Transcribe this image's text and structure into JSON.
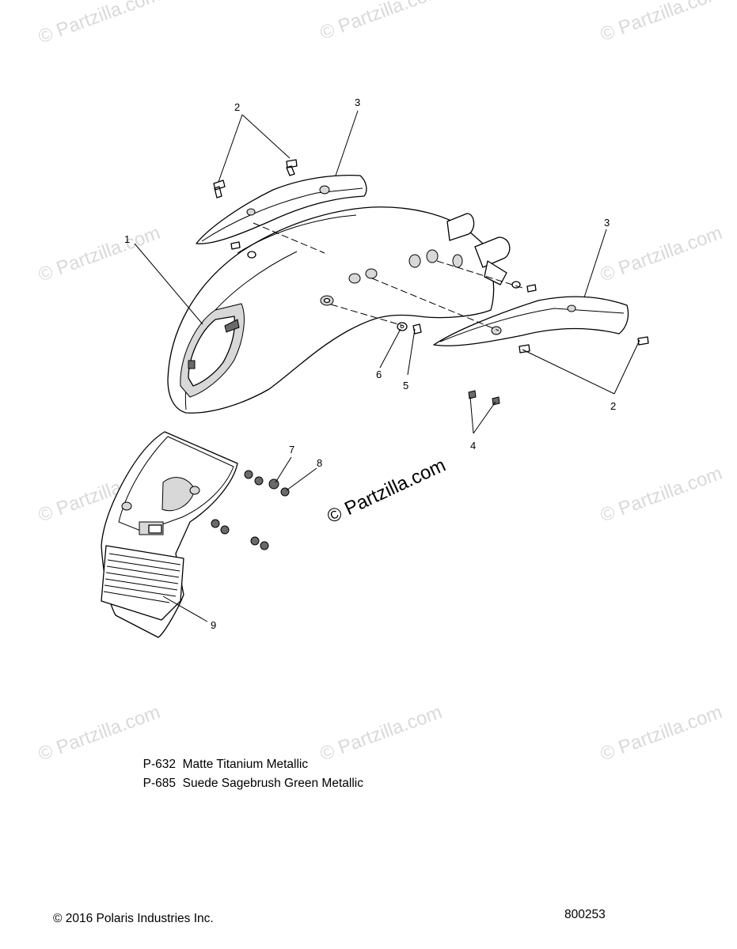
{
  "watermark": "© Partzilla.com",
  "callouts": {
    "c1": "1",
    "c2a": "2",
    "c2b": "2",
    "c3a": "3",
    "c3b": "3",
    "c4": "4",
    "c5": "5",
    "c6": "6",
    "c7": "7",
    "c8": "8",
    "c9": "9"
  },
  "paint_codes": [
    {
      "code": "P-632",
      "name": "Matte Titanium Metallic"
    },
    {
      "code": "P-685",
      "name": "Suede Sagebrush Green Metallic"
    }
  ],
  "footer": {
    "copyright": "© 2016 Polaris Industries Inc.",
    "diagram_id": "800253"
  }
}
